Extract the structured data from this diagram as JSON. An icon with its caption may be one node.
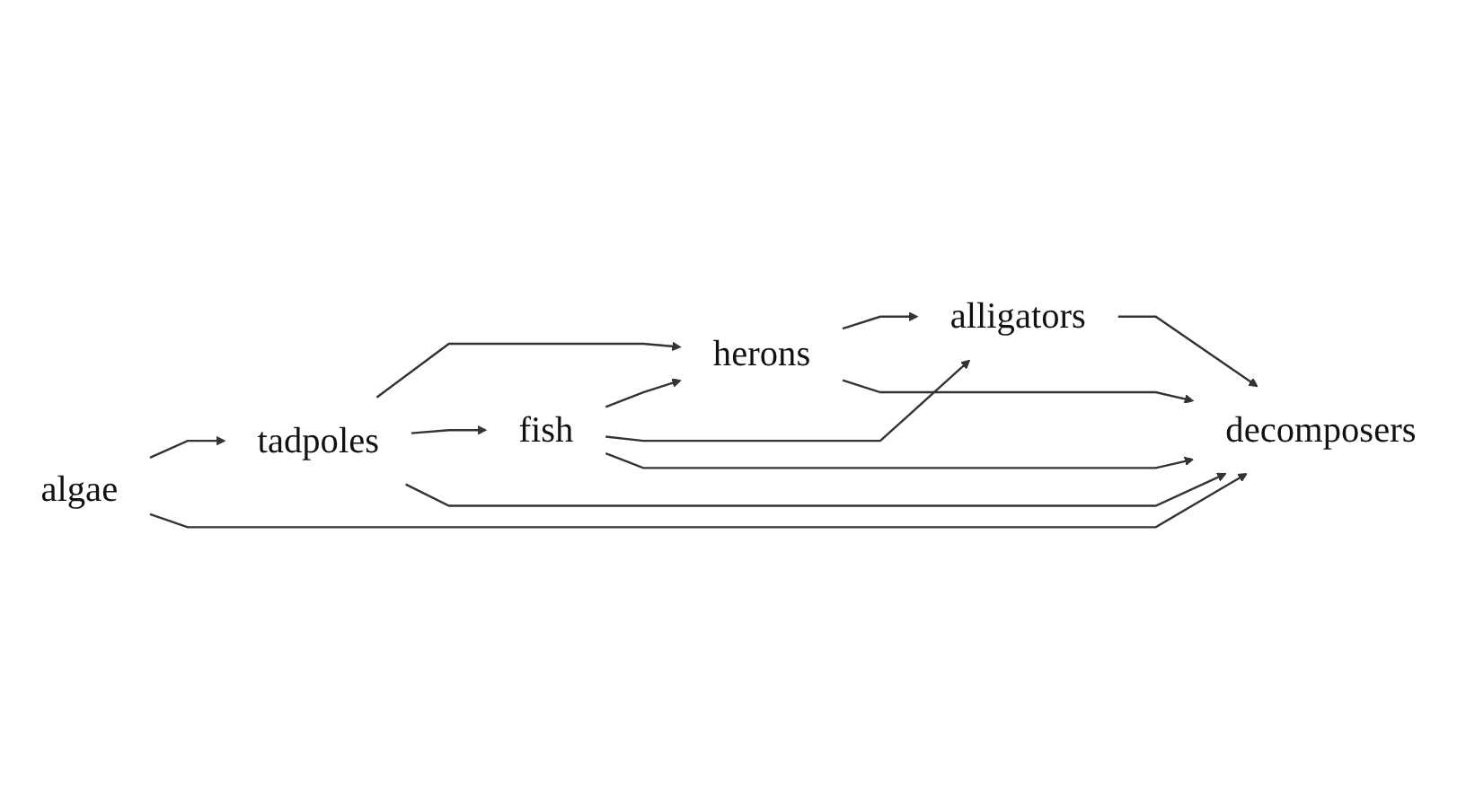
{
  "diagram": {
    "nodes": [
      {
        "text": [
          "herons"
        ]
      },
      {
        "text": [
          "alligators"
        ]
      },
      {
        "text": [
          "tadpoles"
        ]
      },
      {
        "text": [
          "fish"
        ]
      },
      {
        "text": [
          "algae"
        ]
      },
      {
        "text": [
          "decomposers"
        ]
      }
    ],
    "edges": [
      {
        "from": 0,
        "to": 1,
        "arrow": "to"
      },
      {
        "from": 0,
        "to": 5,
        "arrow": "to"
      },
      {
        "from": 2,
        "to": 0,
        "arrow": "to"
      },
      {
        "from": 2,
        "to": 3,
        "arrow": "to"
      },
      {
        "from": 2,
        "to": 5,
        "arrow": "to"
      },
      {
        "from": 3,
        "to": 0,
        "arrow": "to"
      },
      {
        "from": 3,
        "to": 1,
        "arrow": "to"
      },
      {
        "from": 3,
        "to": 5,
        "arrow": "to"
      },
      {
        "from": 1,
        "to": 5,
        "arrow": "to"
      },
      {
        "from": 4,
        "to": 2,
        "arrow": "to"
      },
      {
        "from": 4,
        "to": 5,
        "arrow": "to"
      }
    ]
  }
}
